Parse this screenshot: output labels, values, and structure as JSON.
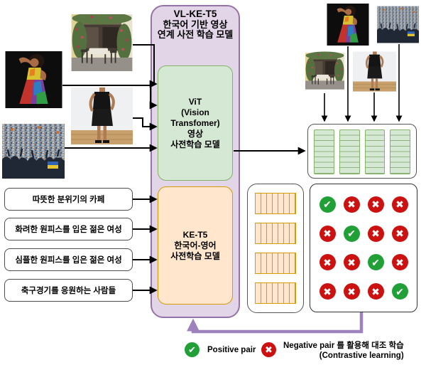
{
  "diagram": {
    "outer": {
      "title": "VL-KE-T5",
      "subtitle1": "한국어 기반 영상",
      "subtitle2": "연계 사전 학습 모델"
    },
    "vit": {
      "line1": "ViT",
      "line2": "(Vision",
      "line3": "Transfomer)",
      "line4": "영상",
      "line5": "사전학습 모델"
    },
    "ket5": {
      "line1": "KE-T5",
      "line2": "한국어-영어",
      "line3": "사전학습 모델"
    },
    "text_inputs": [
      "따뜻한 분위기의 카페",
      "화려한 원피스를 입은 젊은 여성",
      "심플한 원피스를 입은 젊은 여성",
      "축구경기를 응원하는 사람들"
    ],
    "images": {
      "cafe": "cafe-terrace-photo",
      "colorful": "woman-in-colorful-dress-photo",
      "blackdress": "woman-in-black-dress-photo",
      "crowd": "cheering-crowd-photo"
    },
    "matrix": {
      "rows": [
        [
          "check",
          "x",
          "x",
          "x"
        ],
        [
          "x",
          "check",
          "x",
          "x"
        ],
        [
          "x",
          "x",
          "check",
          "x"
        ],
        [
          "x",
          "x",
          "x",
          "check"
        ]
      ]
    },
    "symbols": {
      "check": "✔",
      "x": "✖"
    },
    "legend": {
      "positive_label": "Positive pair",
      "negative_label_line1": "Negative pair 를 활용해 대조 학습",
      "negative_label_line2": "(Contrastive learning)"
    },
    "colors": {
      "purple_border": "#9673a6",
      "purple_fill": "#e1d5e7",
      "green_border": "#82b366",
      "green_fill": "#d5e8d4",
      "orange_border": "#d79b00",
      "orange_fill": "#ffe6cc",
      "positive_green": "#21a038",
      "negative_red": "#cc1111",
      "feedback_arrow": "#9d82bd"
    }
  }
}
